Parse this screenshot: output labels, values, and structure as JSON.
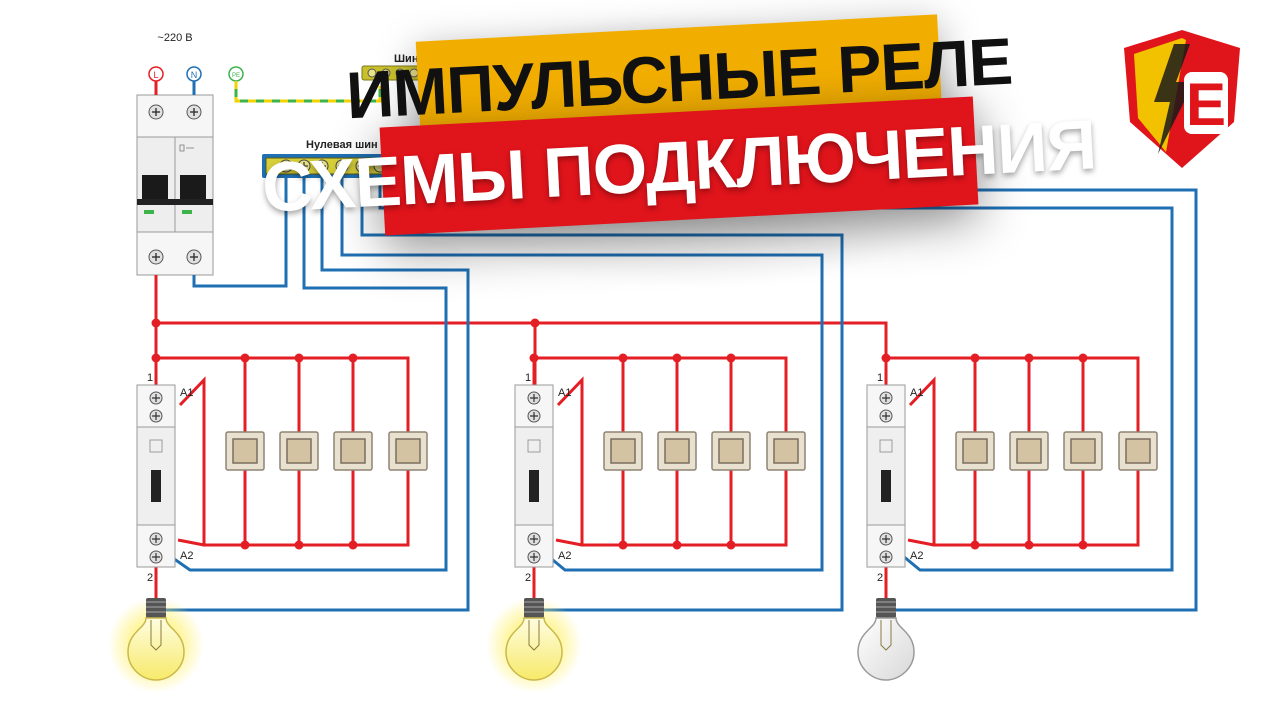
{
  "supply": {
    "voltage": "~220 В",
    "terminal_l": "L",
    "terminal_n": "N",
    "terminal_pe": "PE",
    "ground_bus_label": "Шин",
    "neutral_bus_label": "Нулевая шин"
  },
  "relay_labels": {
    "a1": "A1",
    "a2": "A2",
    "pin_1": "1",
    "pin_2": "2"
  },
  "title": {
    "line1": "ИМПУЛЬСНЫЕ РЕЛЕ",
    "line2": "СХЕМЫ ПОДКЛЮЧЕНИЯ"
  },
  "logo": {
    "letter": "E",
    "colors": {
      "shield_red": "#e0141b",
      "shield_yellow": "#f2c200",
      "bolt": "#f2c200"
    }
  },
  "lamps": [
    {
      "state": "on"
    },
    {
      "state": "on"
    },
    {
      "state": "off"
    }
  ],
  "colors": {
    "phase": "#e31e24",
    "neutral": "#1f6fb3",
    "ground_green": "#3db34a",
    "ground_yellow": "#f2d200",
    "switch_face": "#d4c3a3",
    "switch_frame": "#8f8374"
  }
}
